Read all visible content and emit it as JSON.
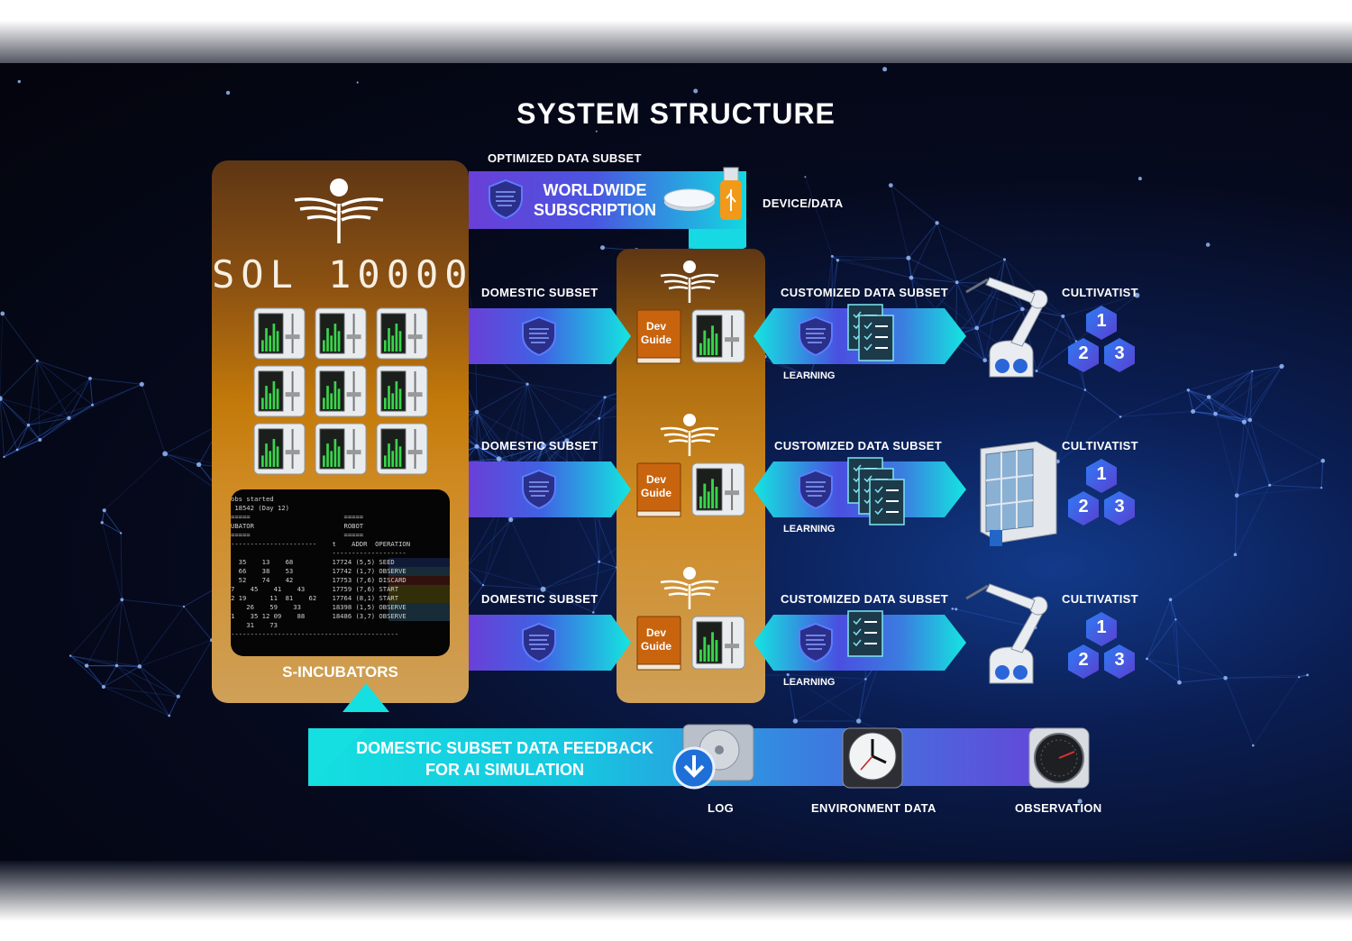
{
  "title": "SYSTEM STRUCTURE",
  "top_labels": {
    "optimized_data_subset": "OPTIMIZED DATA SUBSET",
    "worldwide_line1": "WORLDWIDE",
    "worldwide_line2": "SUBSCRIPTION",
    "device_data": "DEVICE/DATA"
  },
  "left_panel": {
    "logo_text": "SOL 10000",
    "label": "S-INCUBATORS",
    "terminal_lines": [
      "obs started",
      " 18542 (Day 12)",
      "",
      "=====                        =====",
      "UBATOR                       ROBOT",
      "=====                        =====",
      "",
      "----------------------    t    ADDR  OPERATION",
      "                          -------------------",
      "  35    13    68          17724 (5,5) SEED",
      "  66    38    53          17742 (1,7) OBSERVE",
      "  52    74    42          17753 (7,6) DISCARD",
      "7    45    41    43       17759 (7,6) START",
      "2 19      11  81    62    17764 (8,1) START",
      "    26    59    33        18398 (1,5) OBSERVE",
      "1    35 12 09    88       18486 (3,7) OBSERVE",
      "    31    73",
      "-------------------------------------------"
    ]
  },
  "rows": [
    {
      "domestic_label": "DOMESTIC SUBSET",
      "customized_label": "CUSTOMIZED DATA SUBSET",
      "learning_label": "LEARNING",
      "dev_line1": "Dev",
      "dev_line2": "Guide",
      "cultivatist_label": "CULTIVATIST",
      "device_icon": "robot-arm-icon"
    },
    {
      "domestic_label": "DOMESTIC SUBSET",
      "customized_label": "CUSTOMIZED DATA SUBSET",
      "learning_label": "LEARNING",
      "dev_line1": "Dev",
      "dev_line2": "Guide",
      "cultivatist_label": "CULTIVATIST",
      "device_icon": "incubator-cabinet-icon"
    },
    {
      "domestic_label": "DOMESTIC SUBSET",
      "customized_label": "CUSTOMIZED DATA SUBSET",
      "learning_label": "LEARNING",
      "dev_line1": "Dev",
      "dev_line2": "Guide",
      "cultivatist_label": "CULTIVATIST",
      "device_icon": "robot-arm-icon"
    }
  ],
  "hex_numbers": [
    "1",
    "2",
    "3"
  ],
  "feedback": {
    "line1": "DOMESTIC SUBSET DATA FEEDBACK",
    "line2": "FOR AI SIMULATION",
    "log_label": "LOG",
    "environment_label": "ENVIRONMENT DATA",
    "observation_label": "OBSERVATION"
  },
  "colors": {
    "cyan": "#12e6e0",
    "violet": "#6a3fd8",
    "gold": "#c47a0a",
    "brown": "#5e3614"
  }
}
